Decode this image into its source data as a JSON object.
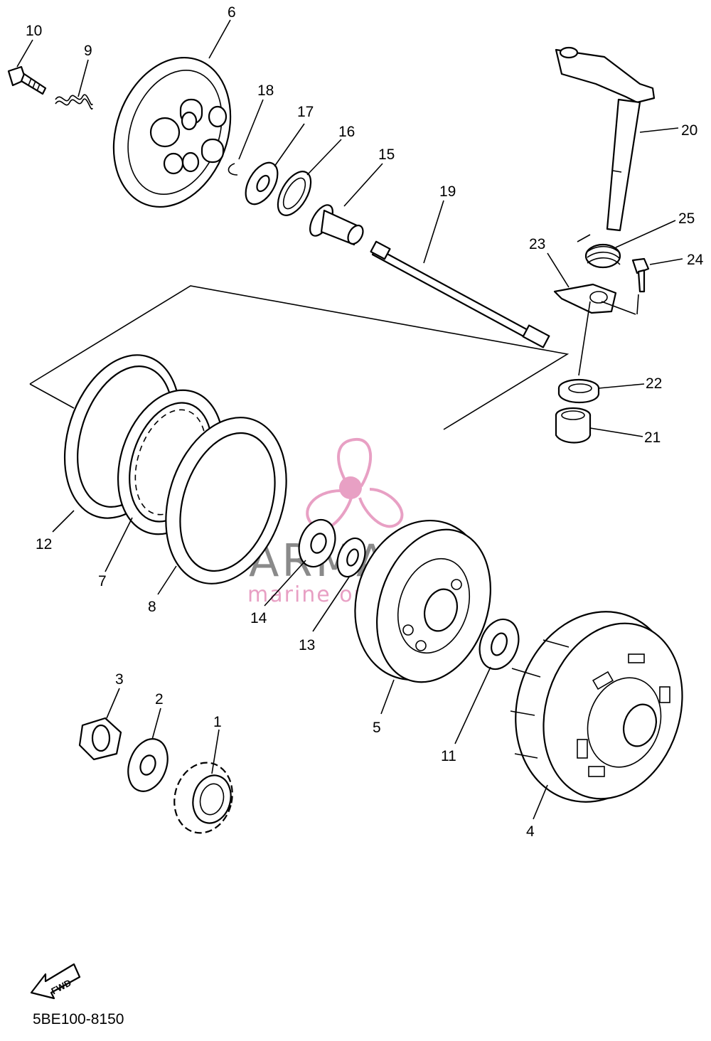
{
  "diagram": {
    "code": "5BE100-8150",
    "fwd_label": "FWD",
    "callouts": [
      "1",
      "2",
      "3",
      "4",
      "5",
      "6",
      "7",
      "8",
      "9",
      "10",
      "11",
      "12",
      "13",
      "14",
      "15",
      "16",
      "17",
      "18",
      "19",
      "20",
      "21",
      "22",
      "23",
      "24",
      "25"
    ]
  },
  "watermark": {
    "brand": "ARMADA",
    "tagline": "marine outboards",
    "colors": {
      "logo": "#e8a0c4",
      "text": "#8a8a8a"
    }
  }
}
